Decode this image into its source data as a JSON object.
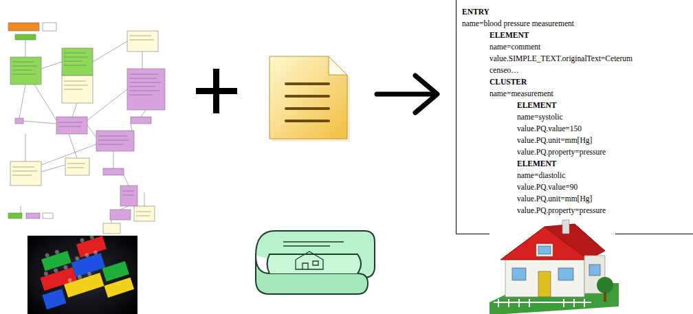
{
  "diagram": {
    "nodes": [
      {
        "text": [
          "ENTRY",
          "name=blood pressure measurement",
          "ELEMENT",
          "name=comment",
          "value.SIMPLE_TEXT.originalText=Ceterum censeo…",
          "CLUSTER",
          "name=measurement",
          "ELEMENT",
          "name=systolic",
          "value.PQ.value=150",
          "value.PQ.unit=mm[Hg]",
          "value.PQ.property=pressure",
          "ELEMENT",
          "name=diastolic",
          "value.PQ.value=90",
          "value.PQ.unit=mm[Hg]",
          "value.PQ.property=pressure"
        ]
      }
    ]
  }
}
